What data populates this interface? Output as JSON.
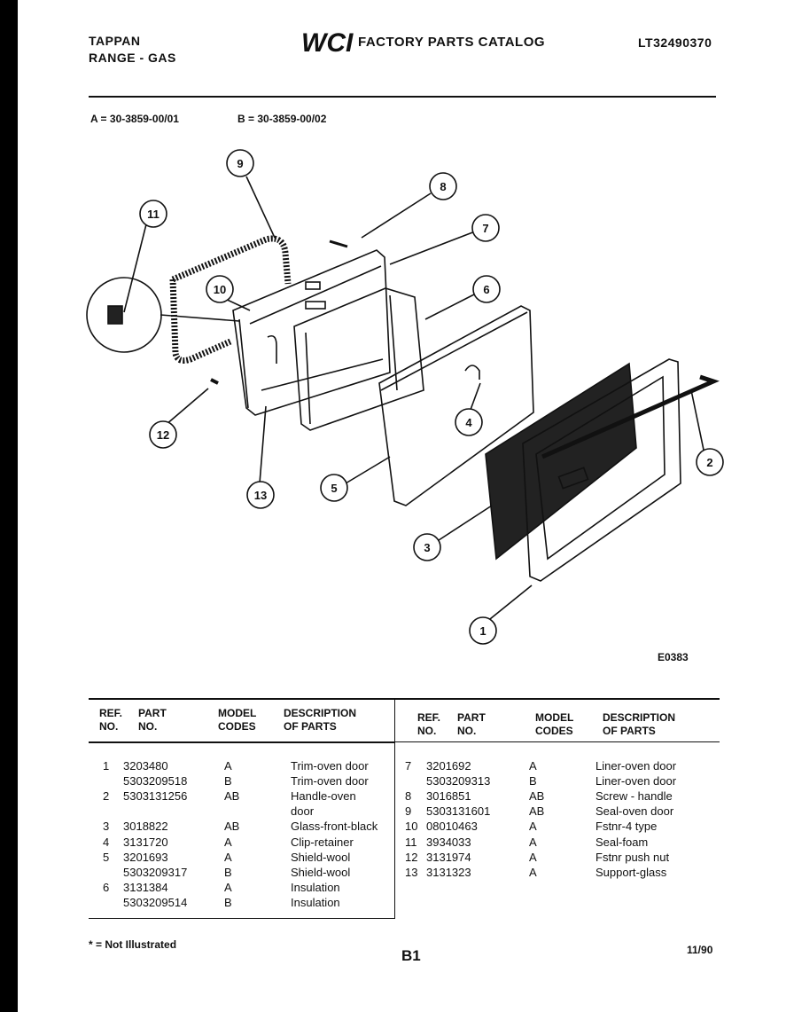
{
  "header": {
    "brand_line1": "TAPPAN",
    "brand_line2": "RANGE - GAS",
    "logo": "WCI",
    "catalog_title": "FACTORY PARTS CATALOG",
    "catalog_number": "LT32490370"
  },
  "models": {
    "a": "A = 30-3859-00/01",
    "b": "B = 30-3859-00/02"
  },
  "diagram": {
    "code": "E0383",
    "callouts": [
      "1",
      "2",
      "3",
      "4",
      "5",
      "6",
      "7",
      "8",
      "9",
      "10",
      "11",
      "12",
      "13"
    ]
  },
  "table": {
    "headers": {
      "ref": [
        "REF.",
        "NO."
      ],
      "part": [
        "PART",
        "NO."
      ],
      "model": [
        "MODEL",
        "CODES"
      ],
      "desc": [
        "DESCRIPTION",
        "OF PARTS"
      ]
    },
    "left_rows": [
      {
        "ref": "1",
        "part": "3203480",
        "code": "A",
        "desc": "Trim-oven door"
      },
      {
        "ref": "",
        "part": "5303209518",
        "code": "B",
        "desc": "Trim-oven door"
      },
      {
        "ref": "2",
        "part": "5303131256",
        "code": "AB",
        "desc": "Handle-oven"
      },
      {
        "ref": "",
        "part": "",
        "code": "",
        "desc": "door"
      },
      {
        "ref": "3",
        "part": "3018822",
        "code": "AB",
        "desc": "Glass-front-black"
      },
      {
        "ref": "4",
        "part": "3131720",
        "code": "A",
        "desc": "Clip-retainer"
      },
      {
        "ref": "5",
        "part": "3201693",
        "code": "A",
        "desc": "Shield-wool"
      },
      {
        "ref": "",
        "part": "5303209317",
        "code": "B",
        "desc": "Shield-wool"
      },
      {
        "ref": "6",
        "part": "3131384",
        "code": "A",
        "desc": "Insulation"
      },
      {
        "ref": "",
        "part": "5303209514",
        "code": "B",
        "desc": "Insulation"
      }
    ],
    "right_rows": [
      {
        "ref": "7",
        "part": "3201692",
        "code": "A",
        "desc": "Liner-oven door"
      },
      {
        "ref": "",
        "part": "5303209313",
        "code": "B",
        "desc": "Liner-oven door"
      },
      {
        "ref": "8",
        "part": "3016851",
        "code": "AB",
        "desc": "Screw - handle"
      },
      {
        "ref": "9",
        "part": "5303131601",
        "code": "AB",
        "desc": "Seal-oven door"
      },
      {
        "ref": "10",
        "part": "08010463",
        "code": "A",
        "desc": "Fstnr-4 type"
      },
      {
        "ref": "11",
        "part": "3934033",
        "code": "A",
        "desc": "Seal-foam"
      },
      {
        "ref": "12",
        "part": "3131974",
        "code": "A",
        "desc": "Fstnr push nut"
      },
      {
        "ref": "13",
        "part": "3131323",
        "code": "A",
        "desc": "Support-glass"
      }
    ]
  },
  "footer": {
    "note": "* = Not Illustrated",
    "page": "B1",
    "date": "11/90"
  }
}
